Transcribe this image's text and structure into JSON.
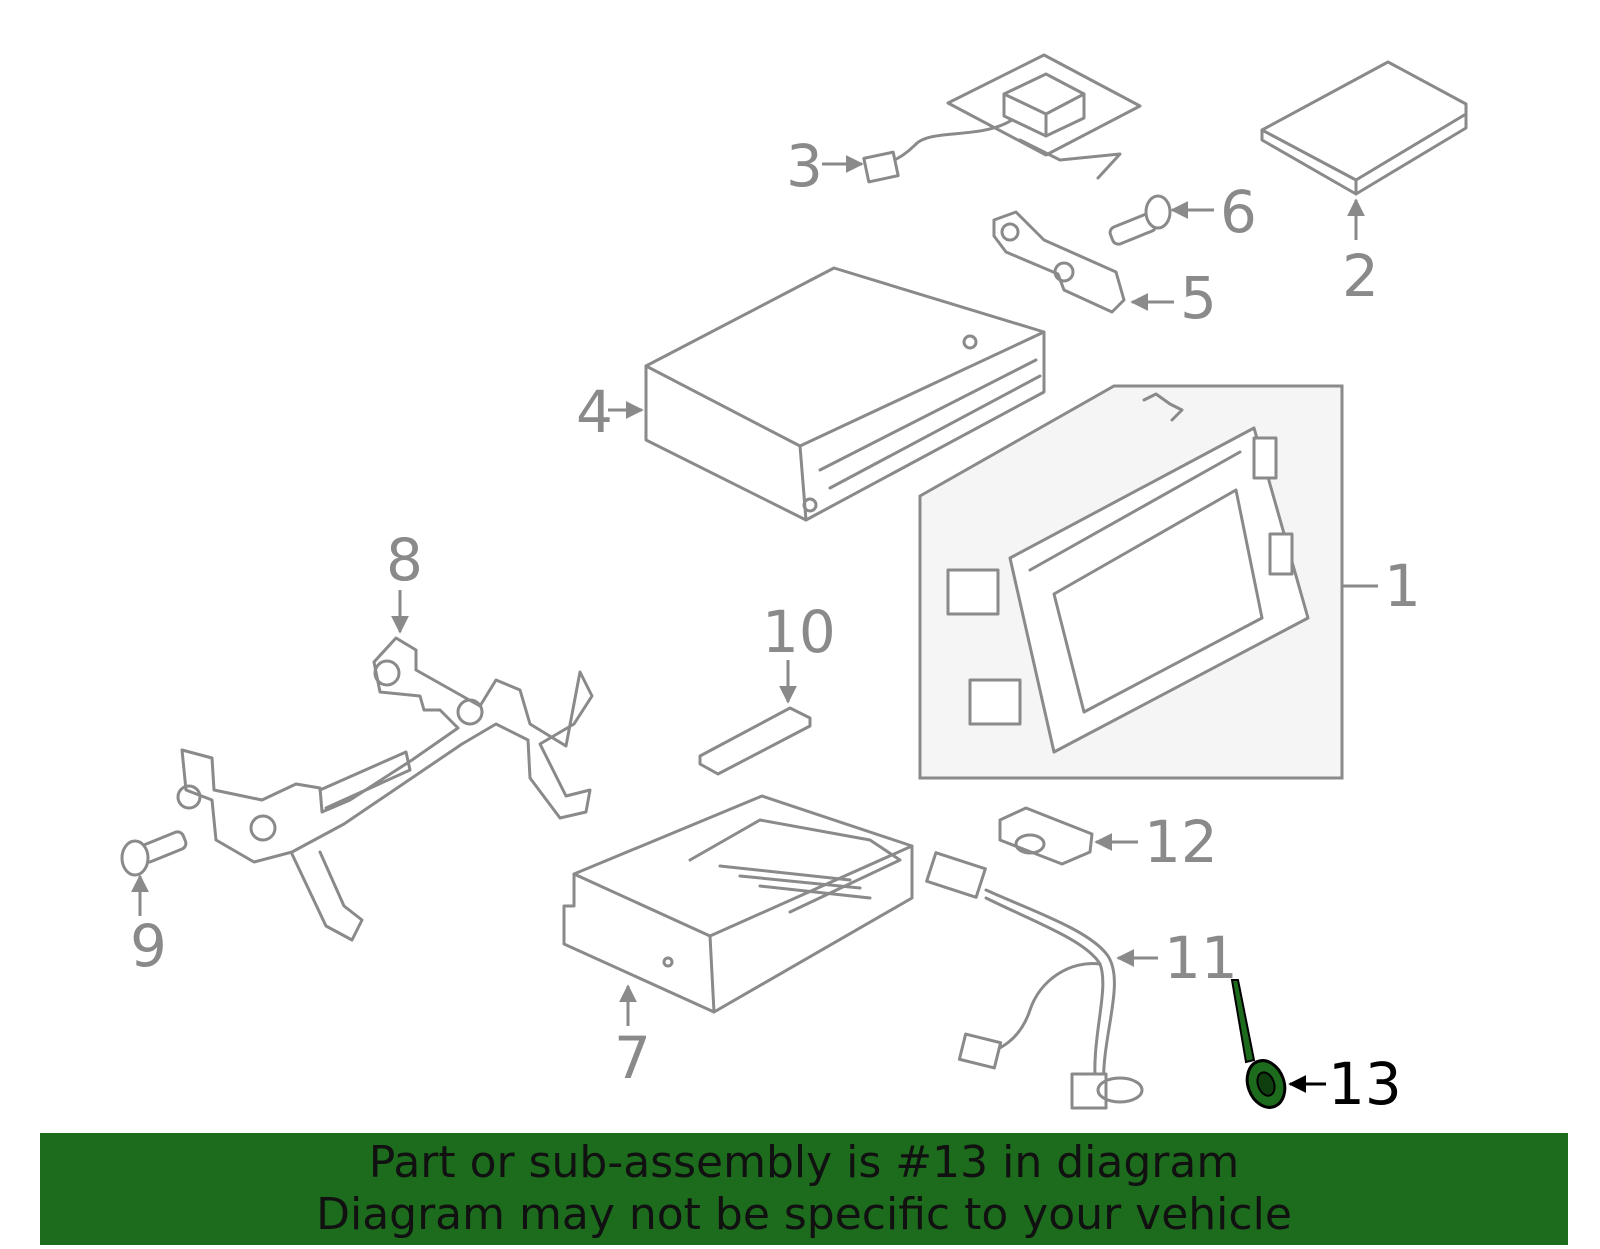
{
  "colors": {
    "line": "#8a8a8a",
    "highlight": "#1d6b1d",
    "banner": "#1d6b1d",
    "box_fill": "#f5f5f5"
  },
  "callouts": {
    "c1": "1",
    "c2": "2",
    "c3": "3",
    "c4": "4",
    "c5": "5",
    "c6": "6",
    "c7": "7",
    "c8": "8",
    "c9": "9",
    "c10": "10",
    "c11": "11",
    "c12": "12",
    "c13": "13"
  },
  "banner": {
    "line1": "Part or sub-assembly is #13 in diagram",
    "line2": "Diagram may not be specific to your vehicle"
  }
}
